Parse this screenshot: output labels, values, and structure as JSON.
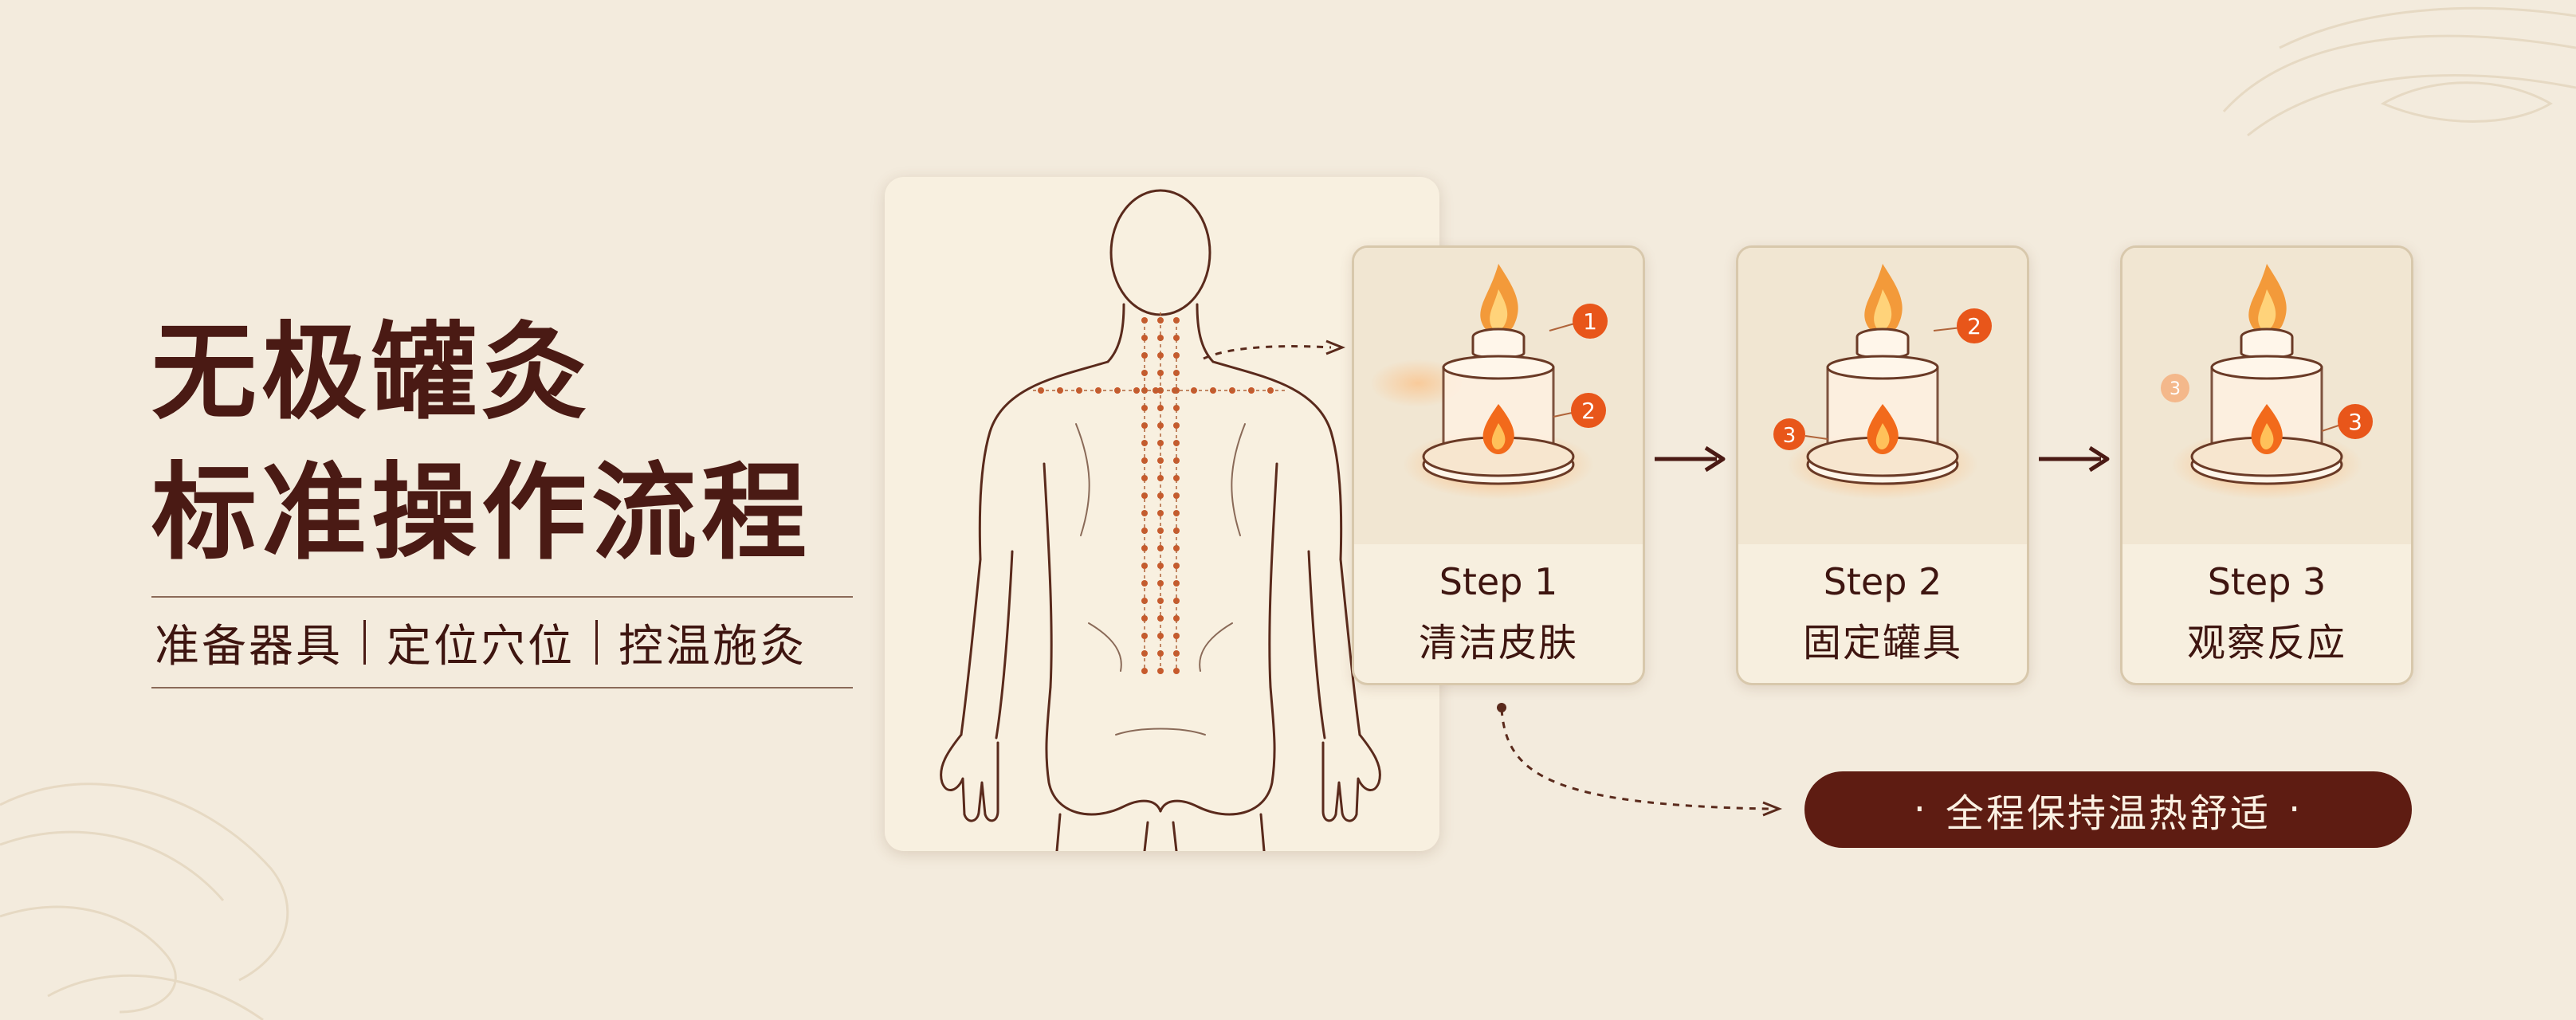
{
  "title": {
    "line1": "无极罐灸",
    "line2": "标准操作流程"
  },
  "subtitle": {
    "items": [
      "准备器具",
      "定位穴位",
      "控温施灸"
    ]
  },
  "steps": [
    {
      "label": "Step 1",
      "desc": "清洁皮肤",
      "badges": [
        "1",
        "2"
      ]
    },
    {
      "label": "Step 2",
      "desc": "固定罐具",
      "badges": [
        "2",
        "3"
      ]
    },
    {
      "label": "Step 3",
      "desc": "观察反应",
      "badges": [
        "3",
        "3"
      ]
    }
  ],
  "footer_pill": {
    "dot_left": "·",
    "text": "全程保持温热舒适",
    "dot_right": "·"
  },
  "icons": {
    "body": "human-back-acupoints-icon",
    "cup": "moxibustion-cup-icon",
    "flame": "flame-icon",
    "arrow": "arrow-right-icon"
  },
  "colors": {
    "background": "#f3ebdd",
    "title": "#4a1a14",
    "accent_orange": "#e8561a",
    "pill_bg": "#5e1c12",
    "pill_text": "#fbf1e3"
  }
}
